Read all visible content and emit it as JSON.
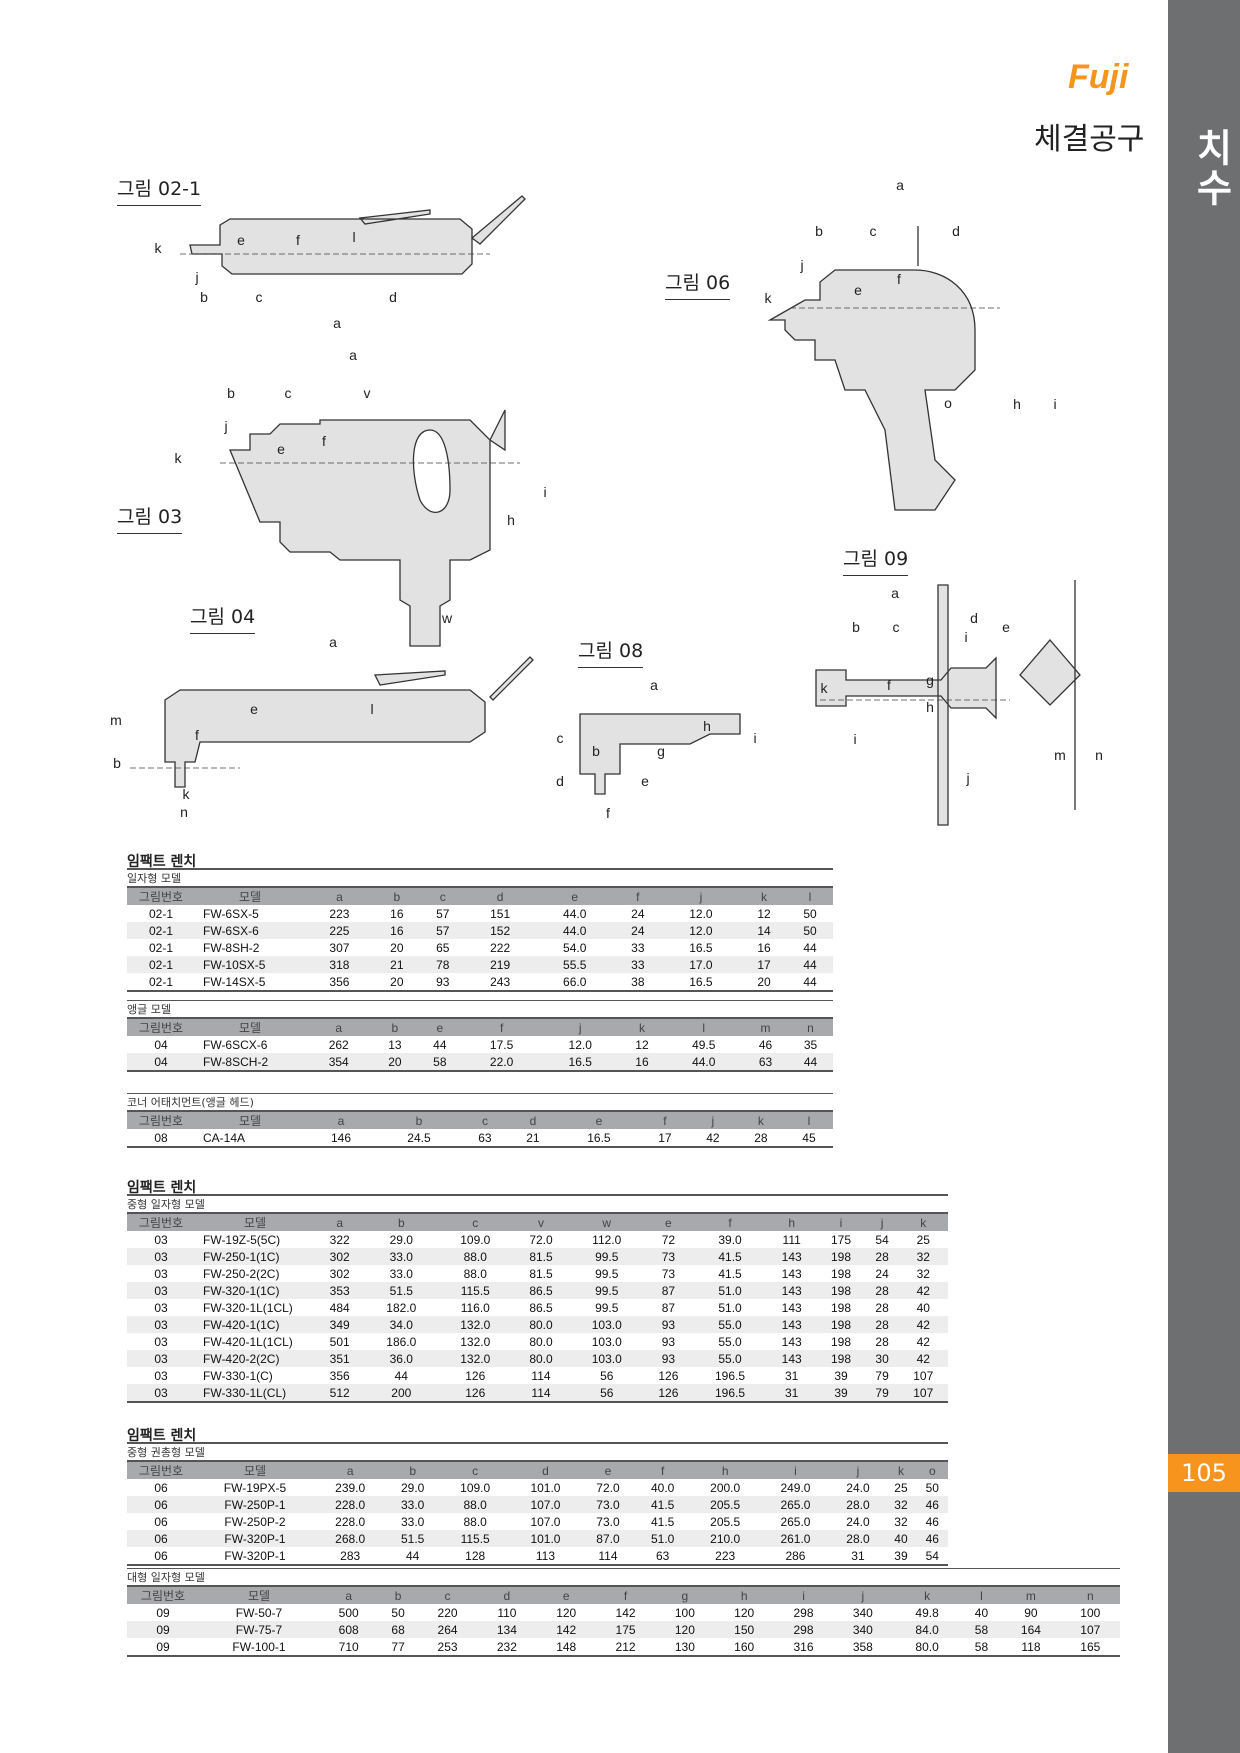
{
  "header": {
    "logo": "Fuji",
    "category": "체결공구",
    "side_title": "치수",
    "page_number": "105"
  },
  "figures": [
    {
      "title": "그림 02-1",
      "labels": [
        "k",
        "e",
        "f",
        "l",
        "j",
        "b",
        "c",
        "d",
        "a"
      ]
    },
    {
      "title": "그림 03",
      "labels": [
        "a",
        "b",
        "c",
        "v",
        "j",
        "k",
        "e",
        "f",
        "i",
        "h",
        "w"
      ]
    },
    {
      "title": "그림 06",
      "labels": [
        "a",
        "b",
        "c",
        "d",
        "j",
        "k",
        "e",
        "f",
        "o",
        "h",
        "i"
      ]
    },
    {
      "title": "그림 04",
      "labels": [
        "a",
        "m",
        "e",
        "l",
        "f",
        "b",
        "k",
        "n"
      ]
    },
    {
      "title": "그림 08",
      "labels": [
        "a",
        "h",
        "c",
        "b",
        "g",
        "i",
        "d",
        "e",
        "f"
      ]
    },
    {
      "title": "그림 09",
      "labels": [
        "a",
        "b",
        "c",
        "d",
        "e",
        "i",
        "g",
        "f",
        "k",
        "h",
        "i",
        "m",
        "n",
        "j"
      ]
    }
  ],
  "tables": [
    {
      "title": "임팩트 렌치",
      "subtitle": "일자형 모델",
      "columns": [
        "그림번호",
        "모델",
        "a",
        "b",
        "c",
        "d",
        "e",
        "f",
        "j",
        "k",
        "l"
      ],
      "rows": [
        [
          "02-1",
          "FW-6SX-5",
          "223",
          "16",
          "57",
          "151",
          "44.0",
          "24",
          "12.0",
          "12",
          "50"
        ],
        [
          "02-1",
          "FW-6SX-6",
          "225",
          "16",
          "57",
          "152",
          "44.0",
          "24",
          "12.0",
          "14",
          "50"
        ],
        [
          "02-1",
          "FW-8SH-2",
          "307",
          "20",
          "65",
          "222",
          "54.0",
          "33",
          "16.5",
          "16",
          "44"
        ],
        [
          "02-1",
          "FW-10SX-5",
          "318",
          "21",
          "78",
          "219",
          "55.5",
          "33",
          "17.0",
          "17",
          "44"
        ],
        [
          "02-1",
          "FW-14SX-5",
          "356",
          "20",
          "93",
          "243",
          "66.0",
          "38",
          "16.5",
          "20",
          "44"
        ]
      ]
    },
    {
      "title": "",
      "subtitle": "앵글 모델",
      "columns": [
        "그림번호",
        "모델",
        "a",
        "b",
        "e",
        "f",
        "j",
        "k",
        "l",
        "m",
        "n"
      ],
      "rows": [
        [
          "04",
          "FW-6SCX-6",
          "262",
          "13",
          "44",
          "17.5",
          "12.0",
          "12",
          "49.5",
          "46",
          "35"
        ],
        [
          "04",
          "FW-8SCH-2",
          "354",
          "20",
          "58",
          "22.0",
          "16.5",
          "16",
          "44.0",
          "63",
          "44"
        ]
      ]
    },
    {
      "title": "",
      "subtitle": "코너 어태치먼트(앵글 헤드)",
      "columns": [
        "그림번호",
        "모델",
        "a",
        "b",
        "c",
        "d",
        "e",
        "f",
        "j",
        "k",
        "l"
      ],
      "rows": [
        [
          "08",
          "CA-14A",
          "146",
          "24.5",
          "63",
          "21",
          "16.5",
          "17",
          "42",
          "28",
          "45"
        ]
      ]
    },
    {
      "title": "임팩트 렌치",
      "subtitle": "중형 일자형 모델",
      "columns": [
        "그림번호",
        "모델",
        "a",
        "b",
        "c",
        "v",
        "w",
        "e",
        "f",
        "h",
        "i",
        "j",
        "k"
      ],
      "rows": [
        [
          "03",
          "FW-19Z-5(5C)",
          "322",
          "29.0",
          "109.0",
          "72.0",
          "112.0",
          "72",
          "39.0",
          "111",
          "175",
          "54",
          "25"
        ],
        [
          "03",
          "FW-250-1(1C)",
          "302",
          "33.0",
          "88.0",
          "81.5",
          "99.5",
          "73",
          "41.5",
          "143",
          "198",
          "28",
          "32"
        ],
        [
          "03",
          "FW-250-2(2C)",
          "302",
          "33.0",
          "88.0",
          "81.5",
          "99.5",
          "73",
          "41.5",
          "143",
          "198",
          "24",
          "32"
        ],
        [
          "03",
          "FW-320-1(1C)",
          "353",
          "51.5",
          "115.5",
          "86.5",
          "99.5",
          "87",
          "51.0",
          "143",
          "198",
          "28",
          "42"
        ],
        [
          "03",
          "FW-320-1L(1CL)",
          "484",
          "182.0",
          "116.0",
          "86.5",
          "99.5",
          "87",
          "51.0",
          "143",
          "198",
          "28",
          "40"
        ],
        [
          "03",
          "FW-420-1(1C)",
          "349",
          "34.0",
          "132.0",
          "80.0",
          "103.0",
          "93",
          "55.0",
          "143",
          "198",
          "28",
          "42"
        ],
        [
          "03",
          "FW-420-1L(1CL)",
          "501",
          "186.0",
          "132.0",
          "80.0",
          "103.0",
          "93",
          "55.0",
          "143",
          "198",
          "28",
          "42"
        ],
        [
          "03",
          "FW-420-2(2C)",
          "351",
          "36.0",
          "132.0",
          "80.0",
          "103.0",
          "93",
          "55.0",
          "143",
          "198",
          "30",
          "42"
        ],
        [
          "03",
          "FW-330-1(C)",
          "356",
          "44",
          "126",
          "114",
          "56",
          "126",
          "196.5",
          "31",
          "39",
          "79",
          "107"
        ],
        [
          "03",
          "FW-330-1L(CL)",
          "512",
          "200",
          "126",
          "114",
          "56",
          "126",
          "196.5",
          "31",
          "39",
          "79",
          "107"
        ]
      ]
    },
    {
      "title": "임팩트 렌치",
      "subtitle": "중형 권총형 모델",
      "columns": [
        "그림번호",
        "모델",
        "a",
        "b",
        "c",
        "d",
        "e",
        "f",
        "h",
        "i",
        "j",
        "k",
        "o"
      ],
      "rows": [
        [
          "06",
          "FW-19PX-5",
          "239.0",
          "29.0",
          "109.0",
          "101.0",
          "72.0",
          "40.0",
          "200.0",
          "249.0",
          "24.0",
          "25",
          "50"
        ],
        [
          "06",
          "FW-250P-1",
          "228.0",
          "33.0",
          "88.0",
          "107.0",
          "73.0",
          "41.5",
          "205.5",
          "265.0",
          "28.0",
          "32",
          "46"
        ],
        [
          "06",
          "FW-250P-2",
          "228.0",
          "33.0",
          "88.0",
          "107.0",
          "73.0",
          "41.5",
          "205.5",
          "265.0",
          "24.0",
          "32",
          "46"
        ],
        [
          "06",
          "FW-320P-1",
          "268.0",
          "51.5",
          "115.5",
          "101.0",
          "87.0",
          "51.0",
          "210.0",
          "261.0",
          "28.0",
          "40",
          "46"
        ],
        [
          "06",
          "FW-320P-1",
          "283",
          "44",
          "128",
          "113",
          "114",
          "63",
          "223",
          "286",
          "31",
          "39",
          "54"
        ]
      ]
    },
    {
      "title": "",
      "subtitle": "대형 일자형 모델",
      "columns": [
        "그림번호",
        "모델",
        "a",
        "b",
        "c",
        "d",
        "e",
        "f",
        "g",
        "h",
        "i",
        "j",
        "k",
        "l",
        "m",
        "n"
      ],
      "rows": [
        [
          "09",
          "FW-50-7",
          "500",
          "50",
          "220",
          "110",
          "120",
          "142",
          "100",
          "120",
          "298",
          "340",
          "49.8",
          "40",
          "90",
          "100"
        ],
        [
          "09",
          "FW-75-7",
          "608",
          "68",
          "264",
          "134",
          "142",
          "175",
          "120",
          "150",
          "298",
          "340",
          "84.0",
          "58",
          "164",
          "107"
        ],
        [
          "09",
          "FW-100-1",
          "710",
          "77",
          "253",
          "232",
          "148",
          "212",
          "130",
          "160",
          "316",
          "358",
          "80.0",
          "58",
          "118",
          "165"
        ]
      ]
    }
  ]
}
